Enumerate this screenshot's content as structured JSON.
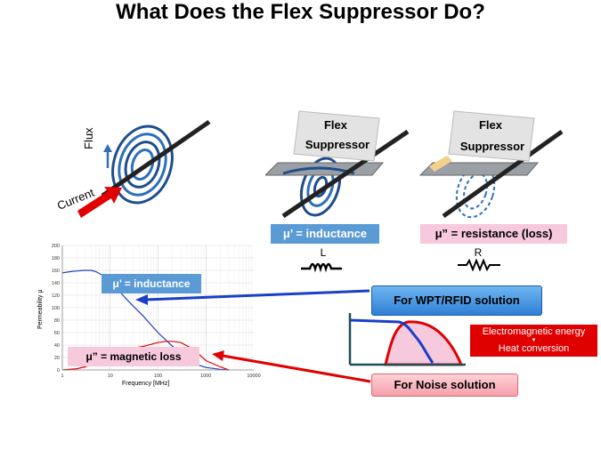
{
  "title": "What Does the Flex Suppressor Do?",
  "coil": {
    "flux_label": "Flux",
    "current_label": "Current"
  },
  "panel1": {
    "card_line1": "Flex",
    "card_line2": "Suppressor",
    "label": "μ’ = inductance",
    "symbol_letter": "L"
  },
  "panel2": {
    "card_line1": "Flex",
    "card_line2": "Suppressor",
    "label": "μ” = resistance (loss)",
    "symbol_letter": "R"
  },
  "chart_labels": {
    "mu_prime": "μ’ = inductance",
    "mu_dprime": "μ” =  magnetic loss"
  },
  "callouts": {
    "wpt": "For WPT/RFID solution",
    "noise": "For Noise solution",
    "em_line1": "Electromagnetic energy",
    "em_arrow": "▼",
    "em_line2": "Heat conversion"
  },
  "colors": {
    "mu_prime_curve": "#1f3fbf",
    "mu_dprime_curve": "#e00000",
    "arrow_blue": "#1a3ec8",
    "arrow_red": "#e00000"
  },
  "chart_data": {
    "type": "line",
    "xlabel": "Frequency [MHz]",
    "ylabel": "Permeability  μ",
    "x_scale": "log",
    "xlim": [
      1,
      10000
    ],
    "ylim": [
      0,
      200
    ],
    "xticks": [
      "1",
      "10",
      "100",
      "1000",
      "10000"
    ],
    "yticks": [
      "0",
      "20",
      "40",
      "60",
      "80",
      "100",
      "120",
      "140",
      "160",
      "180",
      "200"
    ],
    "grid": true,
    "series": [
      {
        "x": [
          1,
          1.5,
          2,
          3,
          4,
          5,
          7,
          10,
          15,
          20,
          30,
          50,
          70,
          100,
          150,
          200,
          300,
          500,
          700,
          1000,
          2000,
          3000
        ],
        "y": [
          156,
          158,
          159,
          160,
          160,
          158,
          152,
          142,
          128,
          117,
          103,
          86,
          73,
          60,
          47,
          38,
          27,
          15,
          8,
          4,
          1,
          0
        ]
      },
      {
        "x": [
          1,
          2,
          3,
          5,
          7,
          10,
          15,
          20,
          30,
          50,
          70,
          100,
          150,
          200,
          300,
          500,
          700,
          1000,
          2000,
          3000
        ],
        "y": [
          0,
          2,
          5,
          12,
          20,
          28,
          32,
          33,
          35,
          38,
          41,
          44,
          46,
          46,
          44,
          35,
          26,
          15,
          5,
          0
        ]
      }
    ]
  }
}
